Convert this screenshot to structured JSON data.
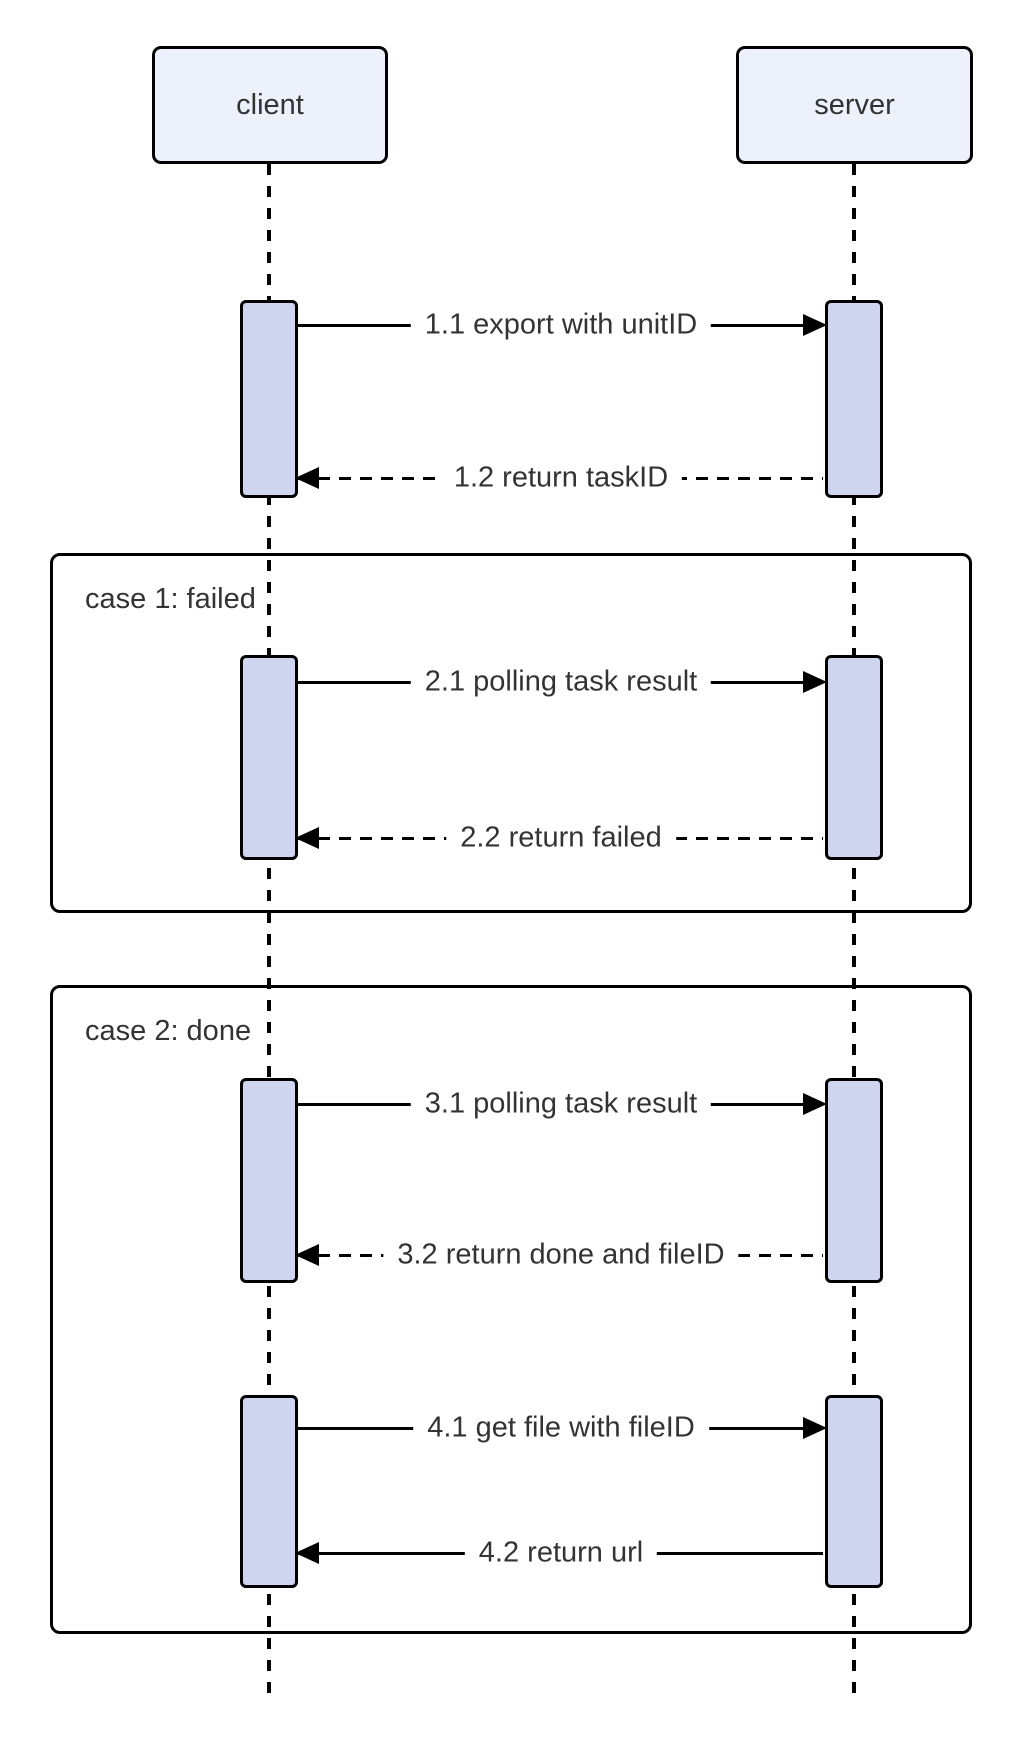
{
  "diagram": {
    "type": "sequence",
    "actors": [
      {
        "label": "client"
      },
      {
        "label": "server"
      }
    ],
    "groups": [
      {
        "frame_label": null,
        "messages": [
          {
            "label": "1.1 export with unitID",
            "from": "client",
            "to": "server",
            "line": "solid"
          },
          {
            "label": "1.2 return taskID",
            "from": "server",
            "to": "client",
            "line": "dashed"
          }
        ]
      },
      {
        "frame_label": "case 1: failed",
        "messages": [
          {
            "label": "2.1 polling task result",
            "from": "client",
            "to": "server",
            "line": "solid"
          },
          {
            "label": "2.2 return failed",
            "from": "server",
            "to": "client",
            "line": "dashed"
          }
        ]
      },
      {
        "frame_label": "case 2: done",
        "messages": [
          {
            "label": "3.1 polling task result",
            "from": "client",
            "to": "server",
            "line": "solid"
          },
          {
            "label": "3.2 return done and fileID",
            "from": "server",
            "to": "client",
            "line": "dashed"
          },
          {
            "label": "4.1 get file with fileID",
            "from": "client",
            "to": "server",
            "line": "solid"
          },
          {
            "label": "4.2 return url",
            "from": "server",
            "to": "client",
            "line": "solid"
          }
        ]
      }
    ],
    "colors": {
      "background": "#ffffff",
      "actor_fill": "#edf1fb",
      "activation_fill": "#cfd5ee",
      "border": "#000000",
      "text": "#333333"
    }
  }
}
